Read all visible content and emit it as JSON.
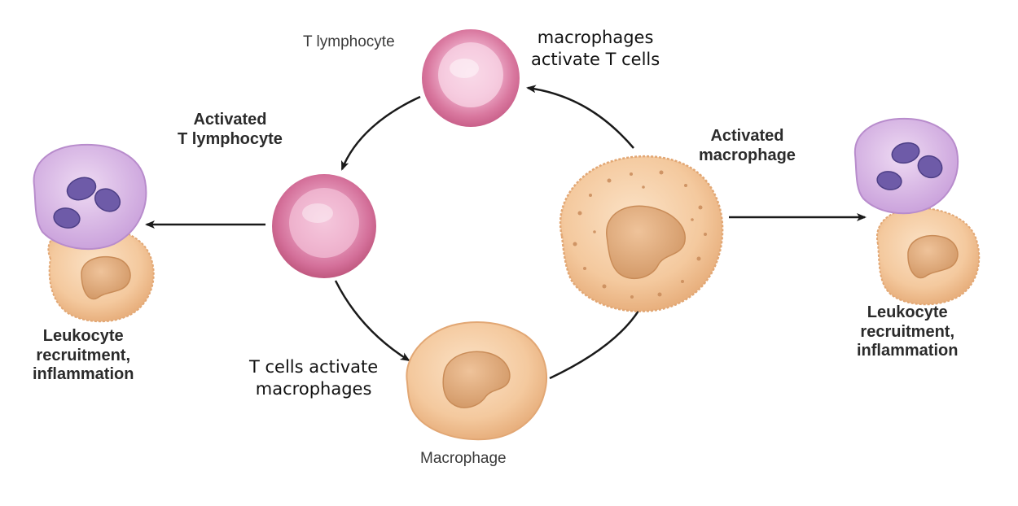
{
  "labels": {
    "t_lymphocyte": "T lymphocyte",
    "activated_t_lymphocyte": [
      "Activated",
      "T lymphocyte"
    ],
    "activated_macrophage": [
      "Activated",
      "macrophage"
    ],
    "macrophage": "Macrophage",
    "left_outcome": [
      "Leukocyte",
      "recruitment,",
      "inflammation"
    ],
    "right_outcome": [
      "Leukocyte",
      "recruitment,",
      "inflammation"
    ],
    "macrophages_activate_t": [
      "macrophages",
      "activate T cells"
    ],
    "t_activate_macrophages": [
      "T cells activate",
      "macrophages"
    ]
  },
  "colors": {
    "t_cell_outer": "#d9789f",
    "t_cell_inner": "#f5c6dc",
    "macrophage_fill": "#f4c79a",
    "macrophage_nucleus": "#dca474",
    "neutrophil_fill": "#d8b6e2",
    "neutrophil_nucleus": "#6e5ba8",
    "arrow": "#1a1a1a"
  }
}
